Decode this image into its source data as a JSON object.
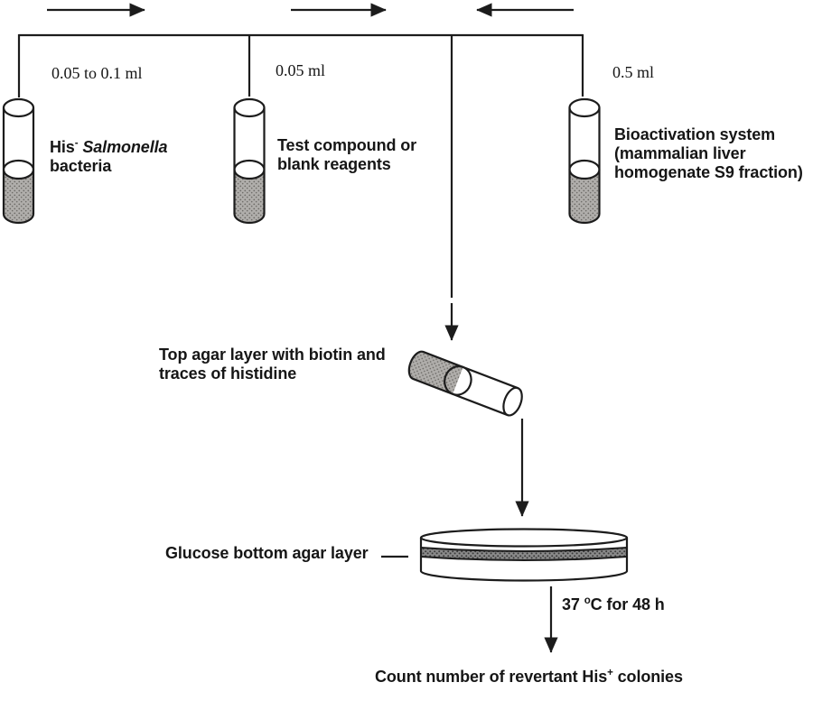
{
  "colors": {
    "ink": "#1c1c1c",
    "liquid_base": "#b0aeab",
    "liquid_dot": "#6e6c68",
    "stripe_base": "#8a8a8a",
    "stripe_dot": "#3a3a3a"
  },
  "tubes": [
    {
      "volume": "0.05 to 0.1 ml",
      "label": {
        "t1": "His",
        "sup": "-",
        "species": " Salmonella",
        "line2": "bacteria"
      }
    },
    {
      "volume": "0.05 ml",
      "label": {
        "line1": "Test compound or",
        "line2": "blank reagents"
      }
    },
    {
      "volume": "0.5 ml",
      "label": {
        "line1": "Bioactivation system",
        "line2": "(mammalian liver",
        "line3": "homogenate S9 fraction)"
      }
    }
  ],
  "annotations": {
    "top_agar": {
      "line1": "Top agar layer with biotin and",
      "line2": "traces of histidine"
    },
    "glucose": "Glucose bottom agar layer",
    "incubation": {
      "t1": "37 ",
      "sup": "o",
      "t2": "C for 48 h"
    },
    "result": {
      "t1": "Count number of revertant His",
      "sup": "+",
      "t2": " colonies"
    }
  }
}
